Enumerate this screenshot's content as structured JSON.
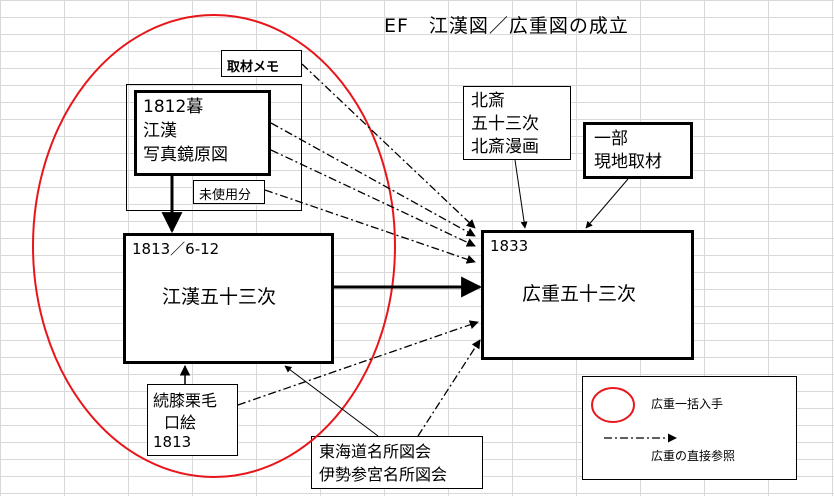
{
  "title": "EF　江漢図／広重図の成立",
  "memo": "取材メモ",
  "shashin": [
    "1812暮",
    "江漢",
    "写真鏡原図"
  ],
  "unused": "未使用分",
  "hokusai": [
    "北斎",
    "五十三次",
    "北斎漫画"
  ],
  "field": [
    "一部",
    "現地取材"
  ],
  "kokan": {
    "year": "1813／6-12",
    "name": "江漢五十三次"
  },
  "hiroshige": {
    "year": "1833",
    "name": "広重五十三次"
  },
  "hizakurige": [
    "続膝栗毛",
    "口絵",
    "1813"
  ],
  "meisho": [
    "東海道名所図会",
    "伊勢参宮名所図会"
  ],
  "legend": {
    "circle": "広重一括入手",
    "arrow": "広重の直接参照"
  },
  "colors": {
    "circle": "#e8161b",
    "line": "#000000"
  }
}
